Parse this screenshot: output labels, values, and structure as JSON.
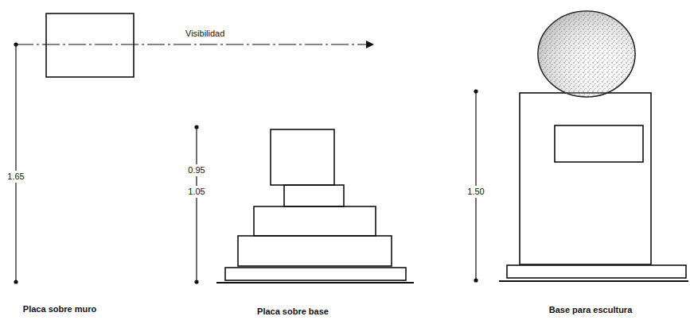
{
  "diagram": {
    "labels": [
      "Visibilidad",
      "1.65",
      "0.95",
      "1.05",
      "1.50",
      "Placa sobre muro",
      "Placa sobre base",
      "Base para escultura"
    ]
  }
}
